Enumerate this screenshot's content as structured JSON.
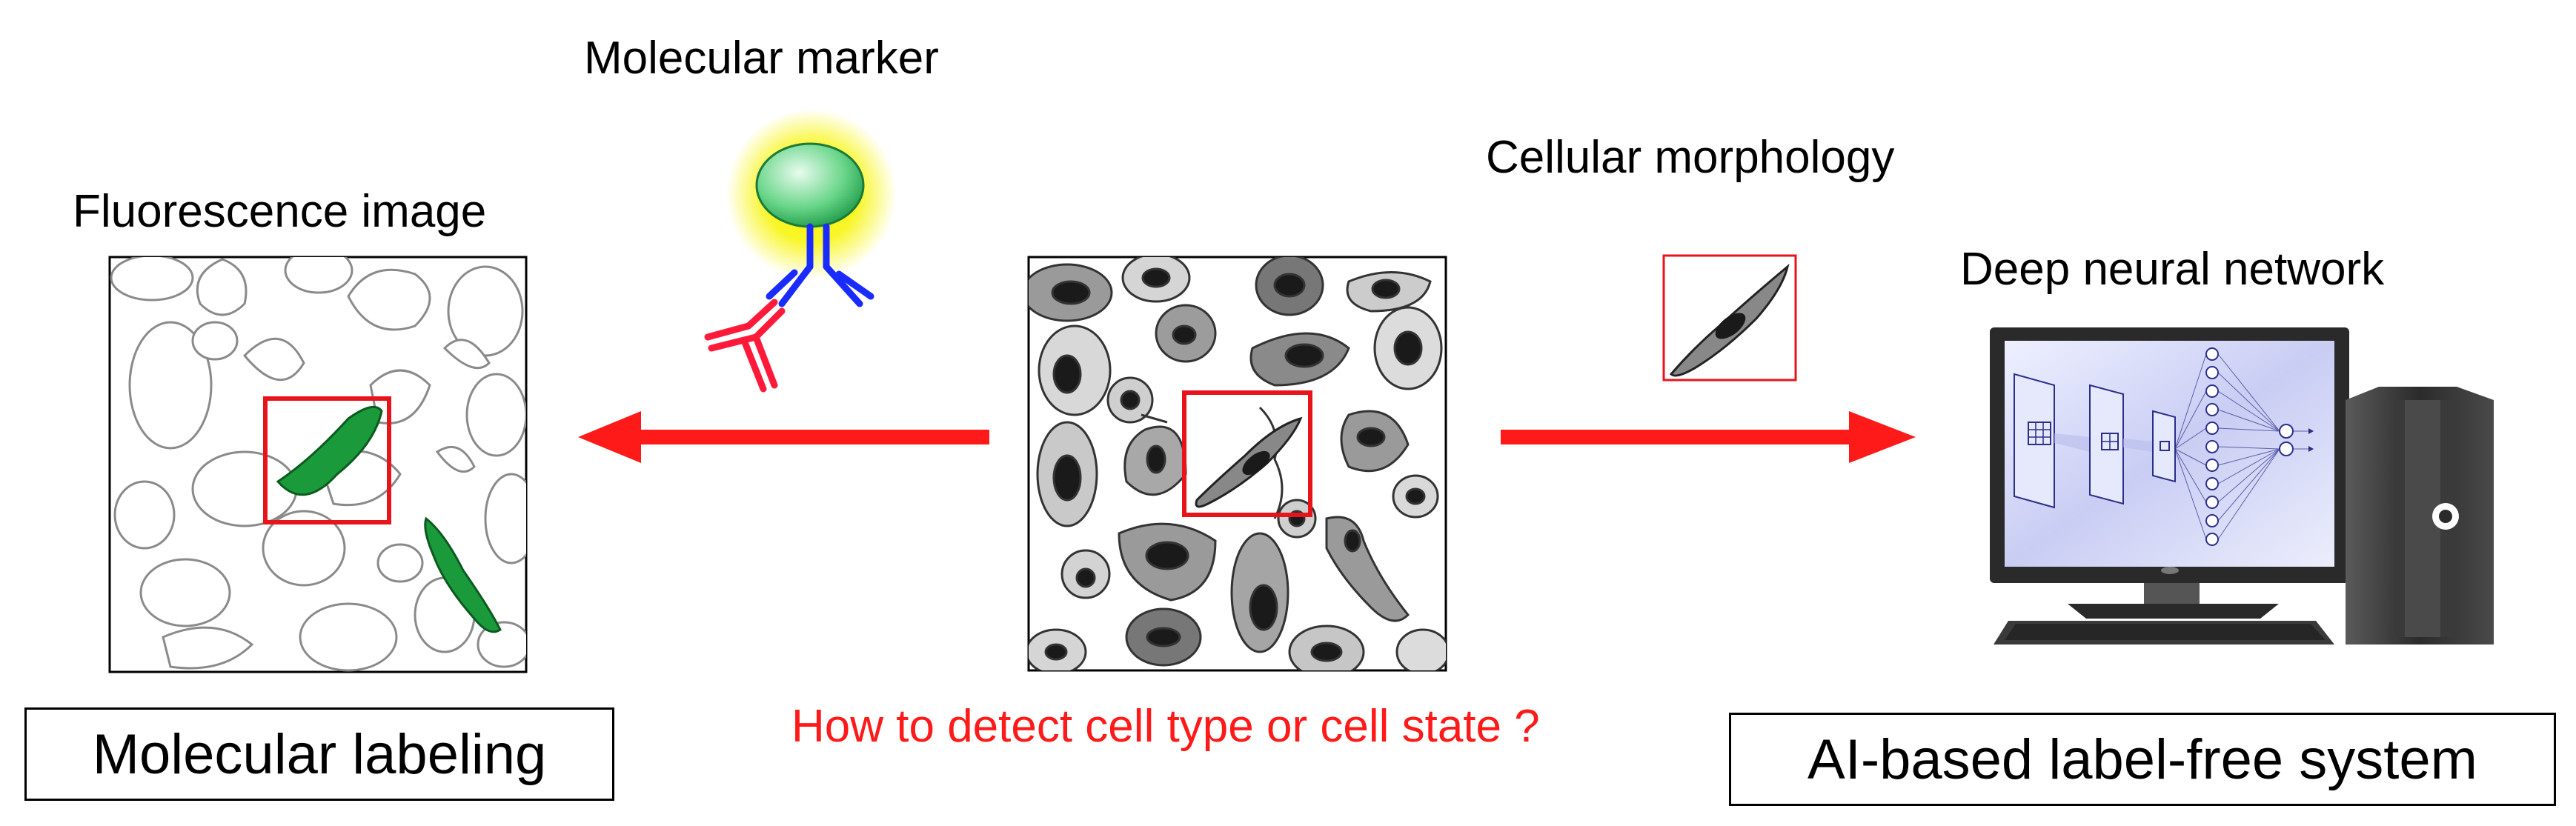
{
  "labels": {
    "fluorescence_image": "Fluorescence image",
    "molecular_marker": "Molecular marker",
    "cellular_morphology": "Cellular morphology",
    "deep_neural_network": "Deep neural network",
    "question": "How to detect cell type or cell state ?",
    "molecular_labeling": "Molecular labeling",
    "label_free_system": "AI-based label-free system"
  },
  "colors": {
    "arrow": "#ff1a1a",
    "highlight_box": "#e8141c",
    "fluorescent_cell": "#1a9a3a",
    "antibody_blue": "#1a2bff",
    "antibody_red": "#ff1a3a",
    "marker_glow": "#f7f400",
    "question_text": "#ff1a1a"
  }
}
